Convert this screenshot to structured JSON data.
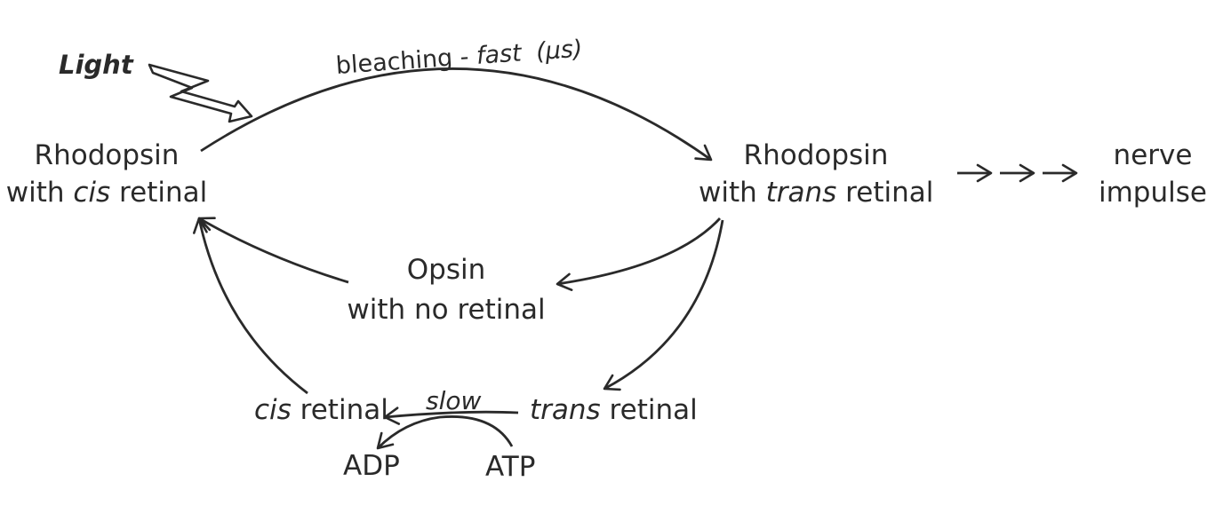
{
  "light": "Light",
  "bleaching": {
    "prefix": "bleaching - ",
    "fast": "fast",
    "time": "(μs)"
  },
  "rhodopsin_cis": {
    "line1": "Rhodopsin",
    "with": "with ",
    "form": "cis",
    "retinal": " retinal"
  },
  "rhodopsin_trans": {
    "line1": "Rhodopsin",
    "with": "with ",
    "form": "trans",
    "retinal": " retinal"
  },
  "nerve_impulse": {
    "line1": "nerve",
    "line2": "impulse"
  },
  "opsin": {
    "line1": "Opsin",
    "line2": "with no retinal"
  },
  "cis_retinal": {
    "form": "cis",
    "retinal": " retinal"
  },
  "trans_retinal": {
    "form": "trans",
    "retinal": " retinal"
  },
  "slow": "slow",
  "adp": "ADP",
  "atp": "ATP",
  "colors": {
    "ink": "#2a2a2a",
    "background": "#ffffff"
  }
}
